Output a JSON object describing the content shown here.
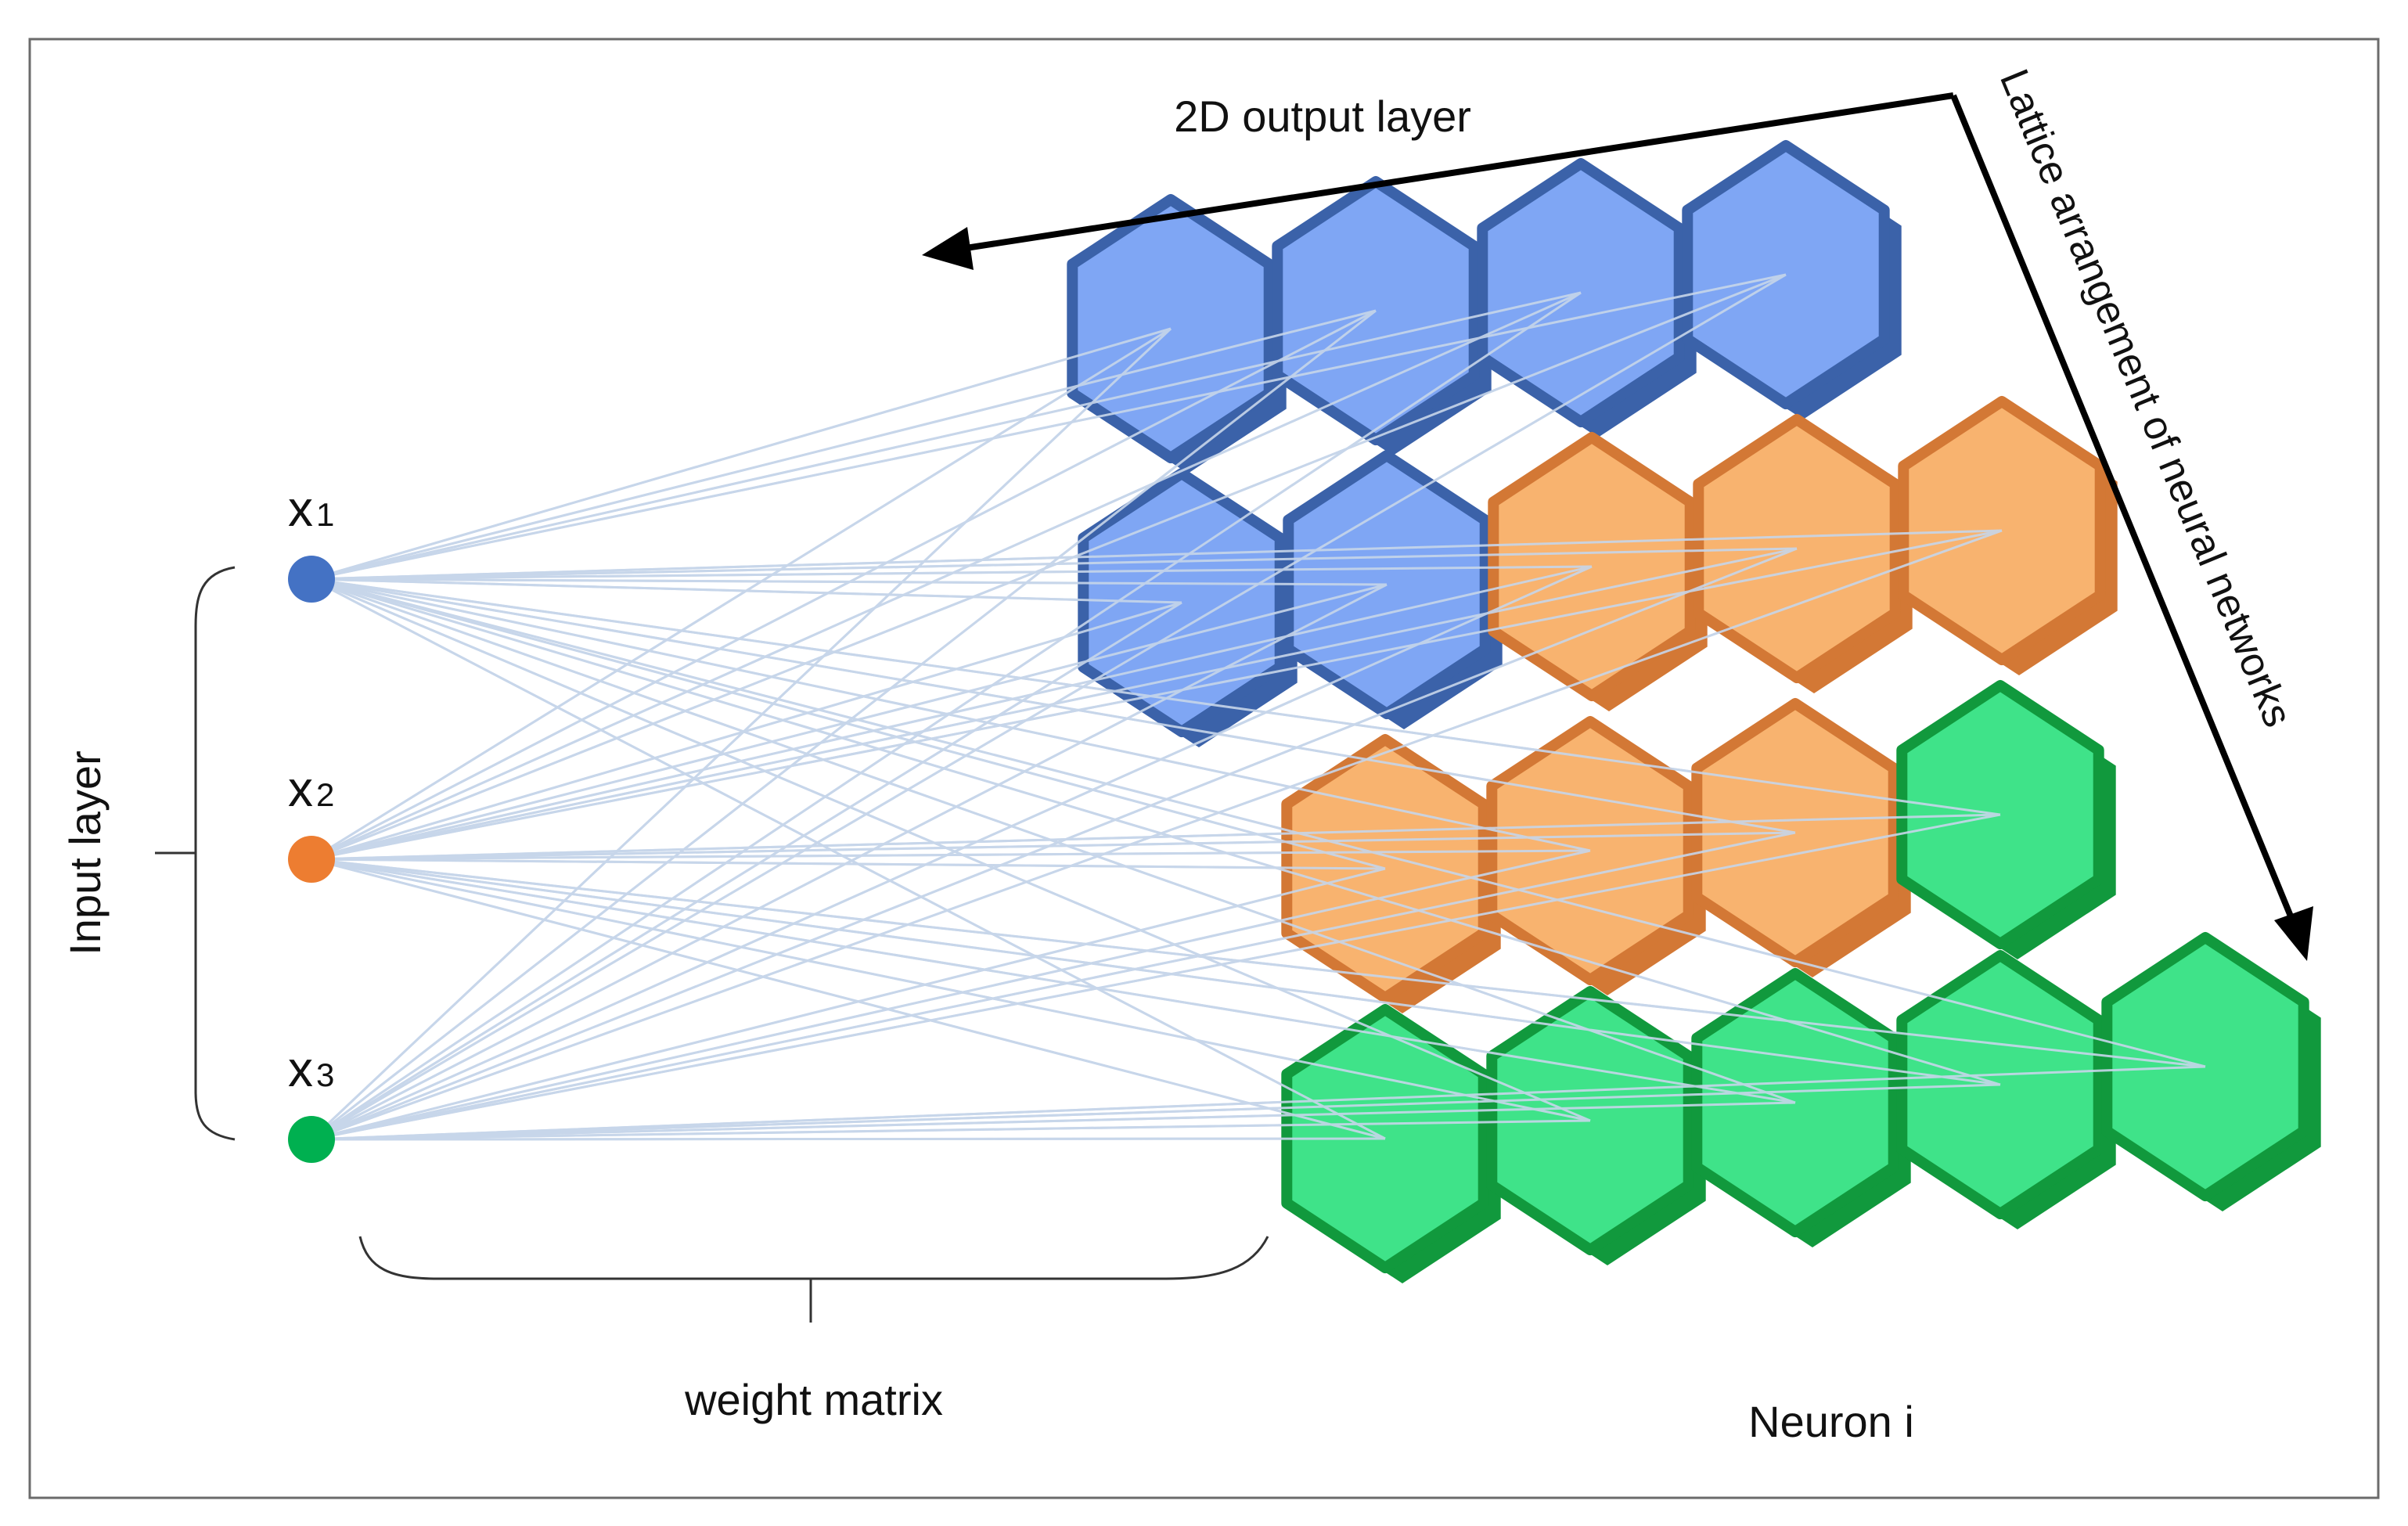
{
  "labels": {
    "output_layer": "2D output layer",
    "lattice": "Lattice arrangement of neural networks",
    "input_layer": "Input layer",
    "weight_matrix": "weight matrix",
    "neuron": "Neuron i"
  },
  "inputs": [
    {
      "name": "x",
      "sub": "1",
      "color": "#4472C4"
    },
    {
      "name": "x",
      "sub": "2",
      "color": "#ED7D31"
    },
    {
      "name": "x",
      "sub": "3",
      "color": "#00B050"
    }
  ],
  "colors": {
    "blue_face": "#7FA6F4",
    "blue_edge": "#3B62A9",
    "orange_face": "#F8B36F",
    "orange_edge": "#D37835",
    "green_face": "#3FE389",
    "green_edge": "#11993D",
    "connection": "#C7D6EA",
    "frame": "#6b6b6b",
    "arrow": "#000000"
  },
  "grid": {
    "rows": [
      [
        "blue",
        "blue",
        "blue",
        "blue"
      ],
      [
        "blue",
        "blue",
        "orange",
        "orange",
        "orange"
      ],
      [
        "orange",
        "orange",
        "orange",
        "green"
      ],
      [
        "green",
        "green",
        "green",
        "green",
        "green"
      ]
    ]
  }
}
